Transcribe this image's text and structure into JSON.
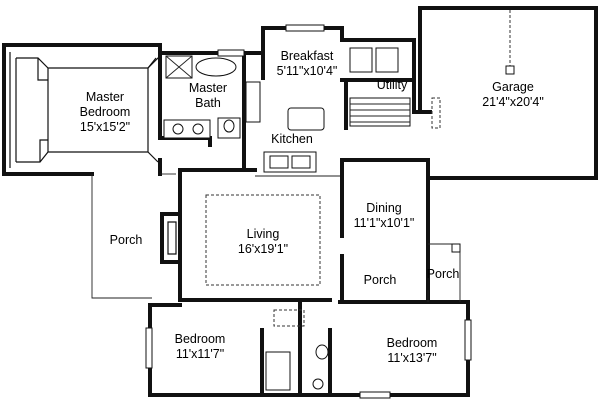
{
  "rooms": {
    "master_bedroom": {
      "name_line1": "Master",
      "name_line2": "Bedroom",
      "size": "15'x15'2\""
    },
    "master_bath": {
      "name_line1": "Master",
      "name_line2": "Bath"
    },
    "breakfast": {
      "name": "Breakfast",
      "size": "5'11\"x10'4\""
    },
    "utility": {
      "name": "Utility"
    },
    "garage": {
      "name": "Garage",
      "size": "21'4\"x20'4\""
    },
    "kitchen": {
      "name": "Kitchen"
    },
    "porch_left": {
      "name": "Porch"
    },
    "living": {
      "name": "Living",
      "size": "16'x19'1\""
    },
    "dining": {
      "name": "Dining",
      "size": "11'1\"x10'1\""
    },
    "porch_center": {
      "name": "Porch"
    },
    "porch_right": {
      "name": "Porch"
    },
    "bedroom_left": {
      "name": "Bedroom",
      "size": "11'x11'7\""
    },
    "bedroom_right": {
      "name": "Bedroom",
      "size": "11'x13'7\""
    }
  }
}
